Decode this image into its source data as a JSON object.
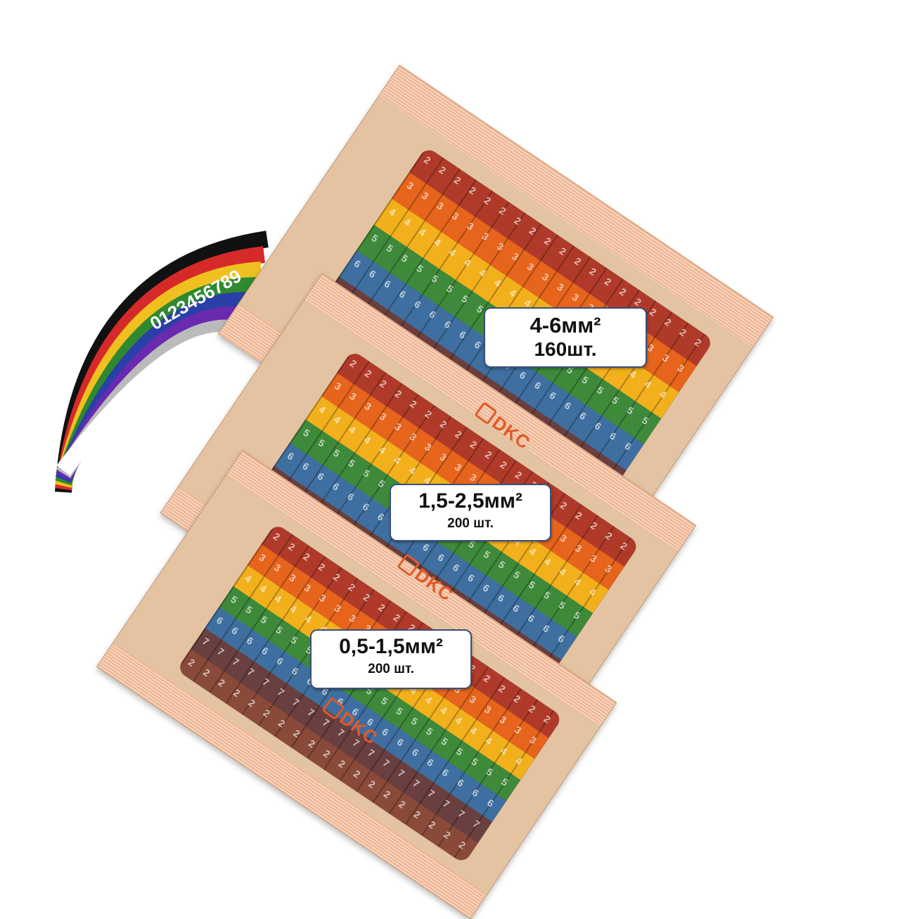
{
  "brand": {
    "logo_text": "DKC",
    "logo_color": "#e05a2a"
  },
  "marker_colors": [
    "#b03a2a",
    "#e7641c",
    "#f2b01d",
    "#3e8a3a",
    "#3f6fa0",
    "#6a3f3f",
    "#8a4a3a"
  ],
  "marker_digits": [
    "2",
    "3",
    "4",
    "5",
    "6",
    "7",
    "2"
  ],
  "roll_colors": [
    "#111111",
    "#d62a2a",
    "#f0c020",
    "#2f8a2f",
    "#2a3fa8",
    "#6a2ab0",
    "#bbbbbb",
    "#ffffff"
  ],
  "roll_digits": "0123456789",
  "labels": [
    {
      "size": "4-6мм²",
      "count": "160шт."
    },
    {
      "size": "1,5-2,5мм²",
      "count": "200 шт."
    },
    {
      "size": "0,5-1,5мм²",
      "count": "200 шт."
    }
  ]
}
